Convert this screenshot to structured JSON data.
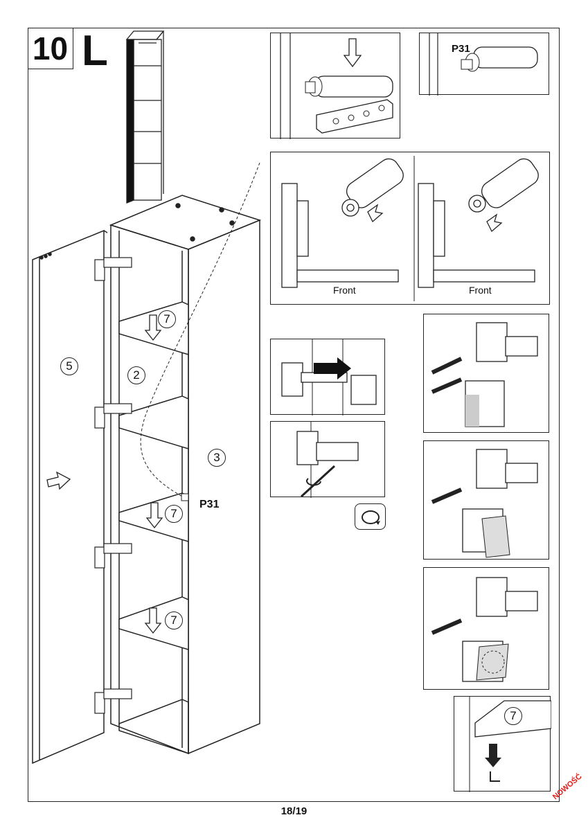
{
  "step": {
    "number": "10",
    "variant": "L"
  },
  "part_code": "P31",
  "part_callouts": {
    "door": "5",
    "side_left": "2",
    "side_right": "3",
    "shelf": "7"
  },
  "rotation_panels": {
    "left_label": "Front",
    "right_label": "Front"
  },
  "footer": {
    "page": "18/19"
  },
  "stamp": "NOWOŚĆ",
  "icons": [
    "arrow-down-icon",
    "screwdriver-icon",
    "rotate-icon",
    "hinge-icon",
    "push-opener-icon",
    "shelf-pin-icon"
  ]
}
